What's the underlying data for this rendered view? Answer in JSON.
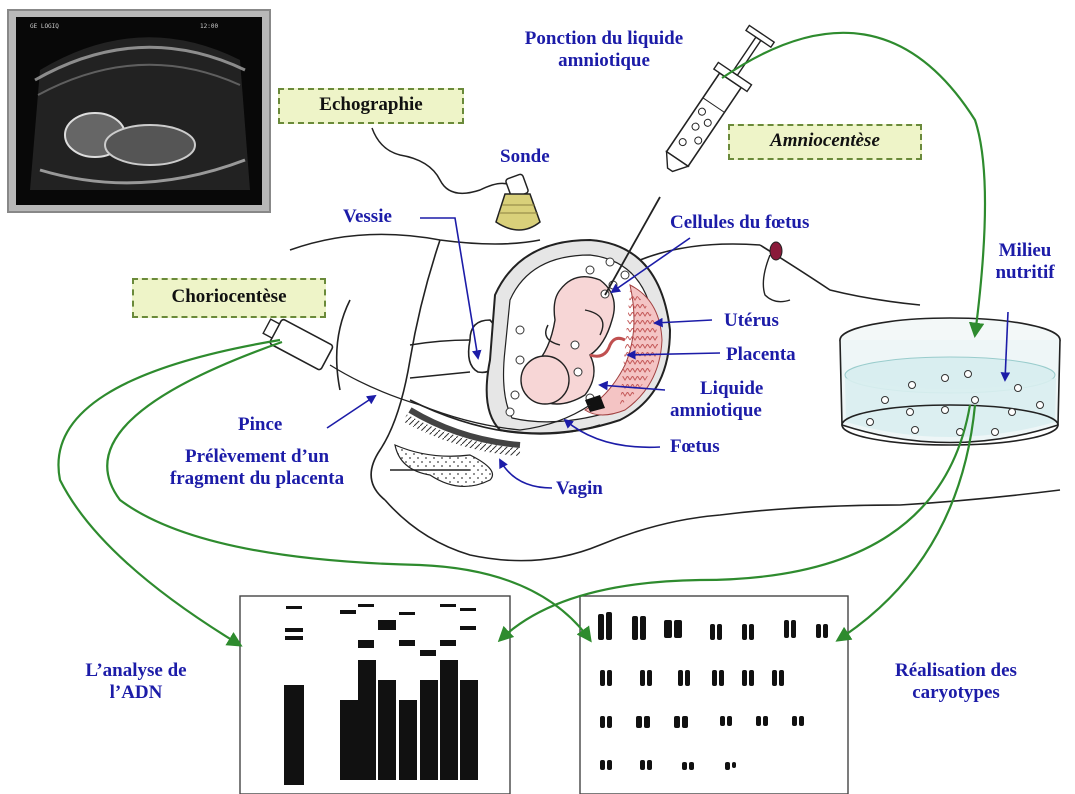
{
  "colors": {
    "label_blue": "#1c1ca8",
    "arrow_green": "#2e8b2e",
    "box_fill": "#eef4c8",
    "box_border": "#6a8a3a",
    "tissue_pink": "#f4d6d6",
    "placenta_pink": "#e8a0a0",
    "probe_yellow": "#d9d07a"
  },
  "boxes": {
    "echographie": "Echographie",
    "amniocentese": "Amniocentèse",
    "choriocentese": "Choriocentèse"
  },
  "labels": {
    "ponction_line1": "Ponction du liquide",
    "ponction_line2": "amniotique",
    "sonde": "Sonde",
    "vessie": "Vessie",
    "cellules": "Cellules du fœtus",
    "milieu_line1": "Milieu",
    "milieu_line2": "nutritif",
    "uterus": "Utérus",
    "placenta": "Placenta",
    "liquide_line1": "Liquide",
    "liquide_line2": "amniotique",
    "foetus": "Fœtus",
    "vagin": "Vagin",
    "pince": "Pince",
    "prelevement_line1": "Prélèvement d’un",
    "prelevement_line2": "fragment du placenta",
    "adn_line1": "L’analyse de",
    "adn_line2": "l’ADN",
    "caryo_line1": "Réalisation des",
    "caryo_line2": "caryotypes"
  },
  "icons": [
    "ultrasound-image",
    "syringe-icon",
    "ultrasound-probe-icon",
    "petri-dish-icon",
    "dna-gel-image",
    "karyotype-image",
    "biopsy-forceps-icon"
  ]
}
